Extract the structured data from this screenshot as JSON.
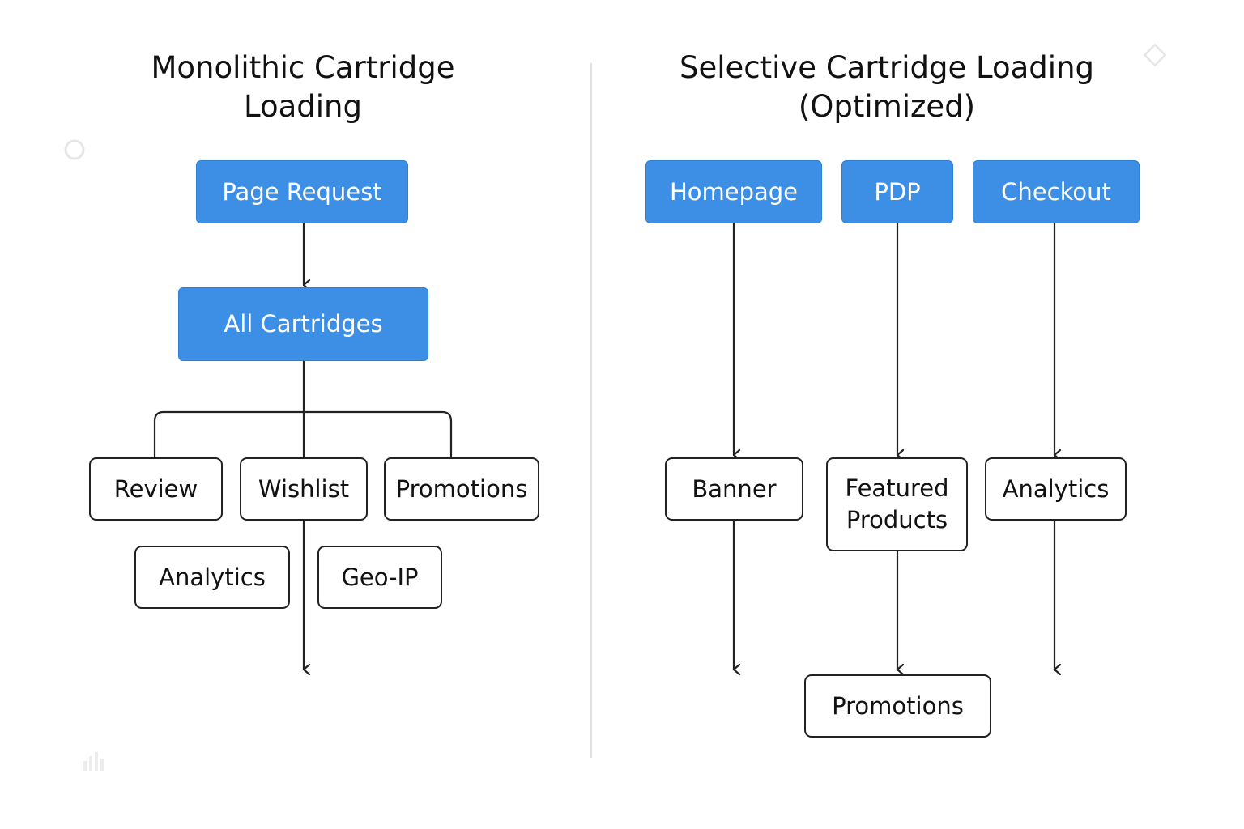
{
  "left": {
    "title": "Monolithic Cartridge\nLoading",
    "page_request": "Page Request",
    "all_cartridges": "All Cartridges",
    "cartridges": [
      "Review",
      "Wishlist",
      "Promotions",
      "Analytics",
      "Geo-IP"
    ]
  },
  "right": {
    "title": "Selective Cartridge Loading\n(Optimized)",
    "pages": [
      "Homepage",
      "PDP",
      "Checkout"
    ],
    "cartridges": [
      "Banner",
      "Featured\nProducts",
      "Analytics",
      "Promotions"
    ]
  },
  "colors": {
    "accent": "#3d8fe6",
    "line": "#222222",
    "divider": "#e0e0e0"
  }
}
